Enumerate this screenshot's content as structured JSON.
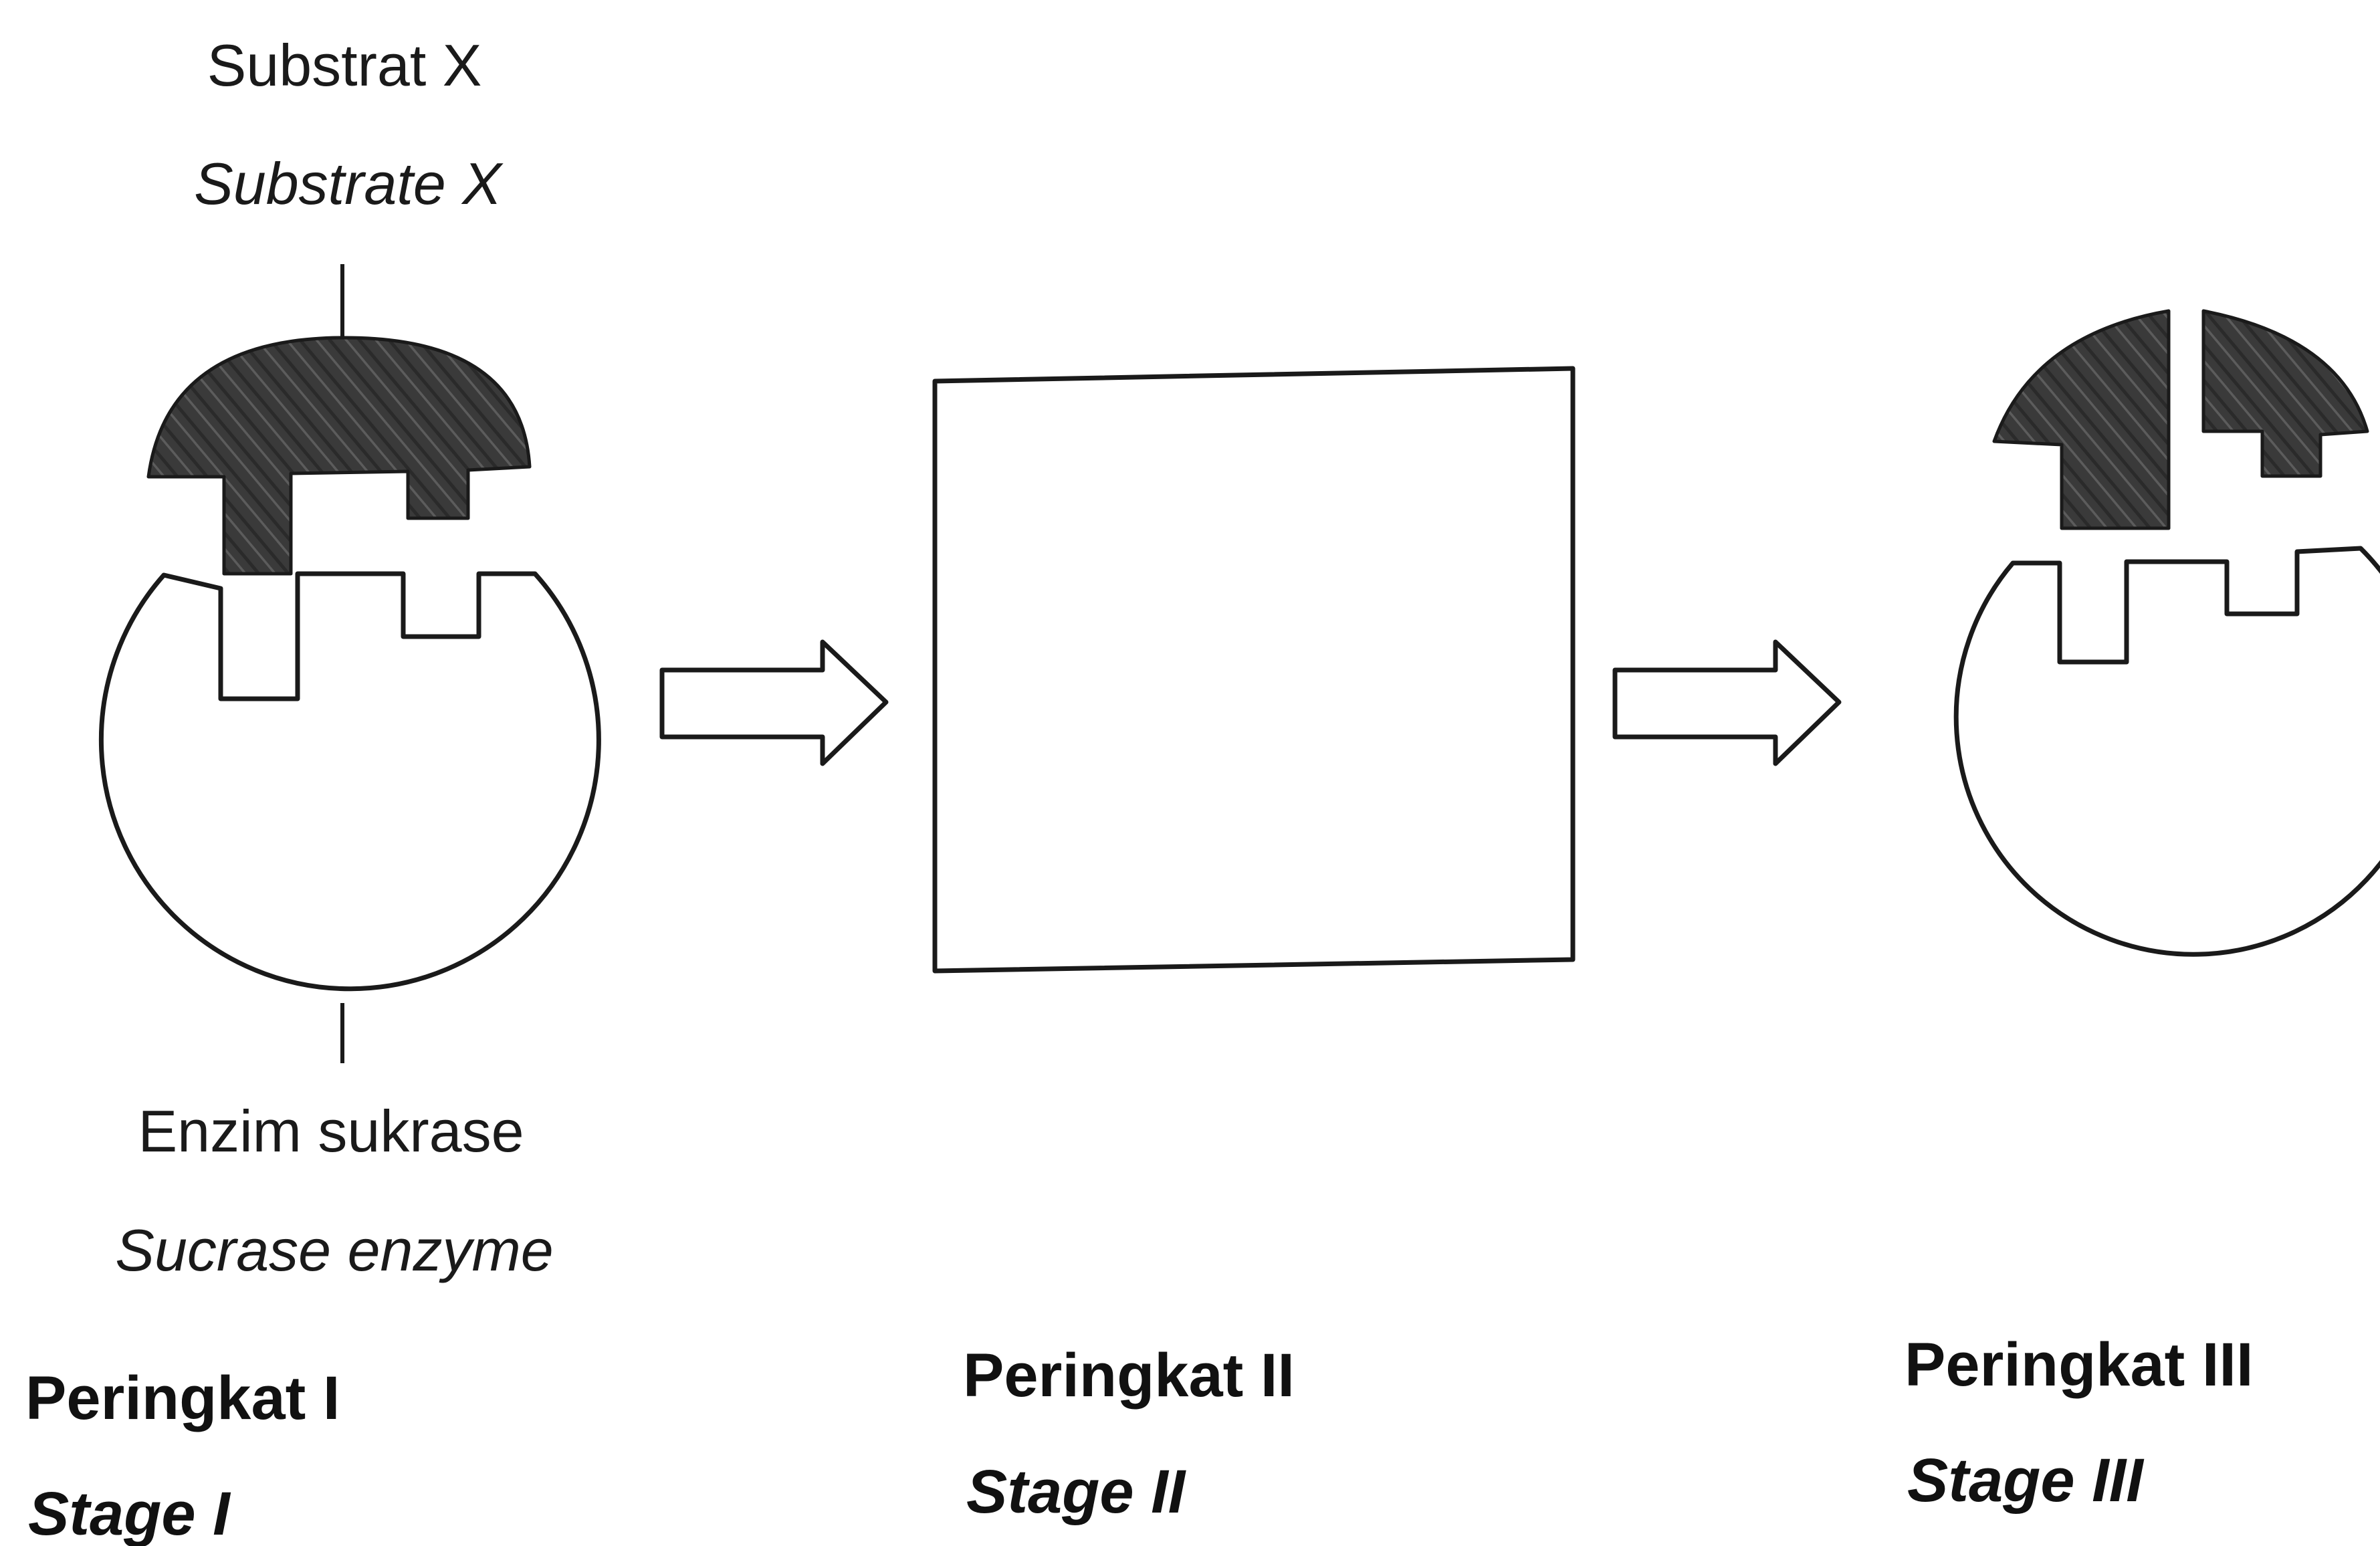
{
  "labels": {
    "substrate_ms": "Substrat X",
    "substrate_en": "Substrate X",
    "enzyme_ms": "Enzim sukrase",
    "enzyme_en": "Sucrase enzyme"
  },
  "stages": [
    {
      "ms": "Peringkat I",
      "en": "Stage I"
    },
    {
      "ms": "Peringkat II",
      "en": "Stage II"
    },
    {
      "ms": "Peringkat III",
      "en": "Stage III"
    }
  ],
  "colors": {
    "line": "#1a1a1a",
    "substrate_fill": "#3b3b3b"
  }
}
